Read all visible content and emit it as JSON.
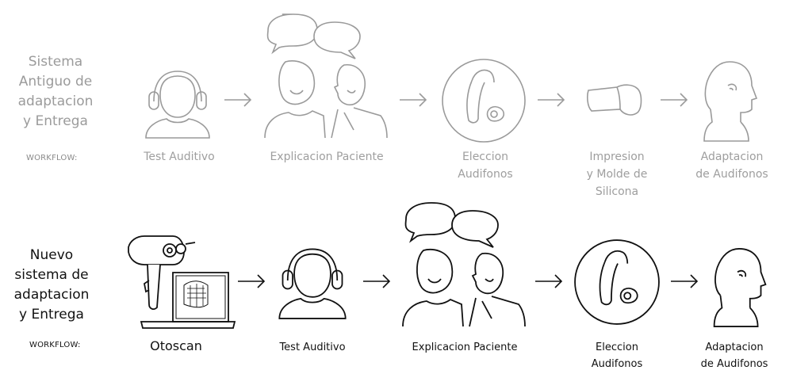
{
  "old_system": {
    "title": "Sistema\nAntiguo de\nadaptacion\ny Entrega",
    "workflow_label": "WORKFLOW:",
    "steps": [
      {
        "label": "Test Auditivo",
        "icon": "headphones-person-icon"
      },
      {
        "label": "Explicacion Paciente",
        "icon": "conversation-icon"
      },
      {
        "label": "Eleccion\nAudifonos",
        "icon": "hearing-aid-icon"
      },
      {
        "label": "Impresion\ny Molde de\nSilicona",
        "icon": "ear-mold-icon"
      },
      {
        "label": "Adaptacion\nde Audifonos",
        "icon": "head-fitted-icon"
      }
    ]
  },
  "new_system": {
    "title": "Nuevo\nsistema de\nadaptacion\ny Entrega",
    "workflow_label": "WORKFLOW:",
    "steps": [
      {
        "label": "Otoscan",
        "icon": "otoscan-laptop-icon"
      },
      {
        "label": "Test Auditivo",
        "icon": "headphones-person-icon"
      },
      {
        "label": "Explicacion Paciente",
        "icon": "conversation-icon"
      },
      {
        "label": "Eleccion\nAudifonos",
        "icon": "hearing-aid-icon"
      },
      {
        "label": "Adaptacion\nde Audifonos",
        "icon": "head-fitted-icon"
      }
    ]
  }
}
